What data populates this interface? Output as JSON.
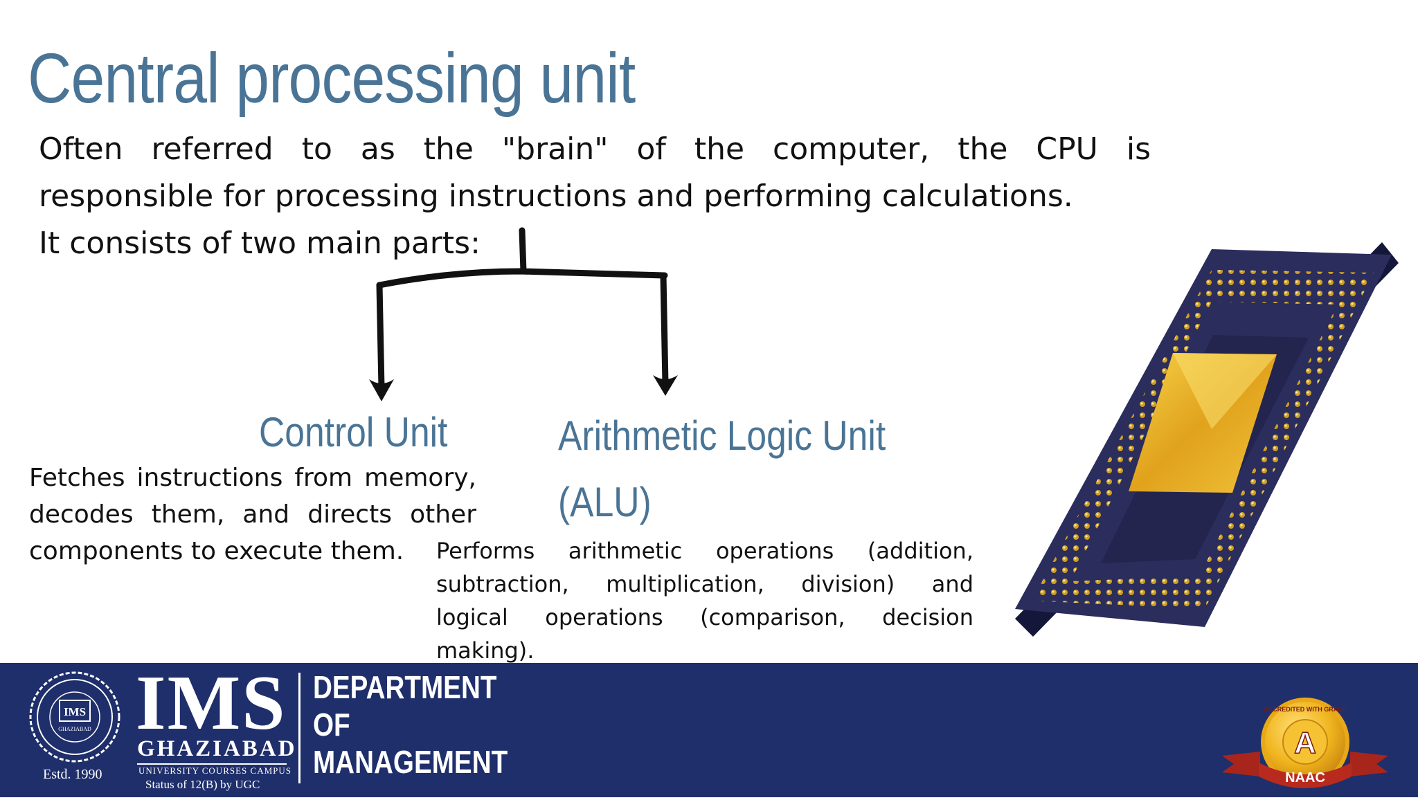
{
  "slide": {
    "title": "Central processing unit",
    "intro_lines": [
      "Often referred to as the \"brain\" of the computer, the CPU is",
      "responsible for processing instructions and performing calculations.",
      "It consists of two main parts:"
    ],
    "control_unit": {
      "title": "Control Unit",
      "desc_lines": [
        "Fetches instructions from memory,",
        "decodes them, and directs other",
        "components to execute them."
      ]
    },
    "alu": {
      "title_line1": "Arithmetic Logic Unit",
      "title_line2": "(ALU)",
      "desc_lines": [
        "Performs arithmetic operations (addition,",
        "subtraction, multiplication, division) and",
        "logical operations (comparison, decision",
        "making)."
      ]
    }
  },
  "footer": {
    "bg_color": "#1f2f6b",
    "institute": "IMS",
    "city": "GHAZIABAD",
    "campus": "UNIVERSITY COURSES CAMPUS",
    "status": "Status of 12(B) by UGC",
    "established": "Estd. 1990",
    "seal_text": "IMS",
    "seal_city": "GHAZIABAD",
    "dept_lines": [
      "DEPARTMENT",
      "OF",
      "MANAGEMENT"
    ],
    "naac_grade": "A",
    "naac_label": "NAAC",
    "naac_ring": "ACCREDITED WITH GRADE"
  },
  "colors": {
    "heading": "#4a7495",
    "text": "#111111",
    "gold": "#d9a520",
    "chip_body": "#2b2d5c"
  }
}
